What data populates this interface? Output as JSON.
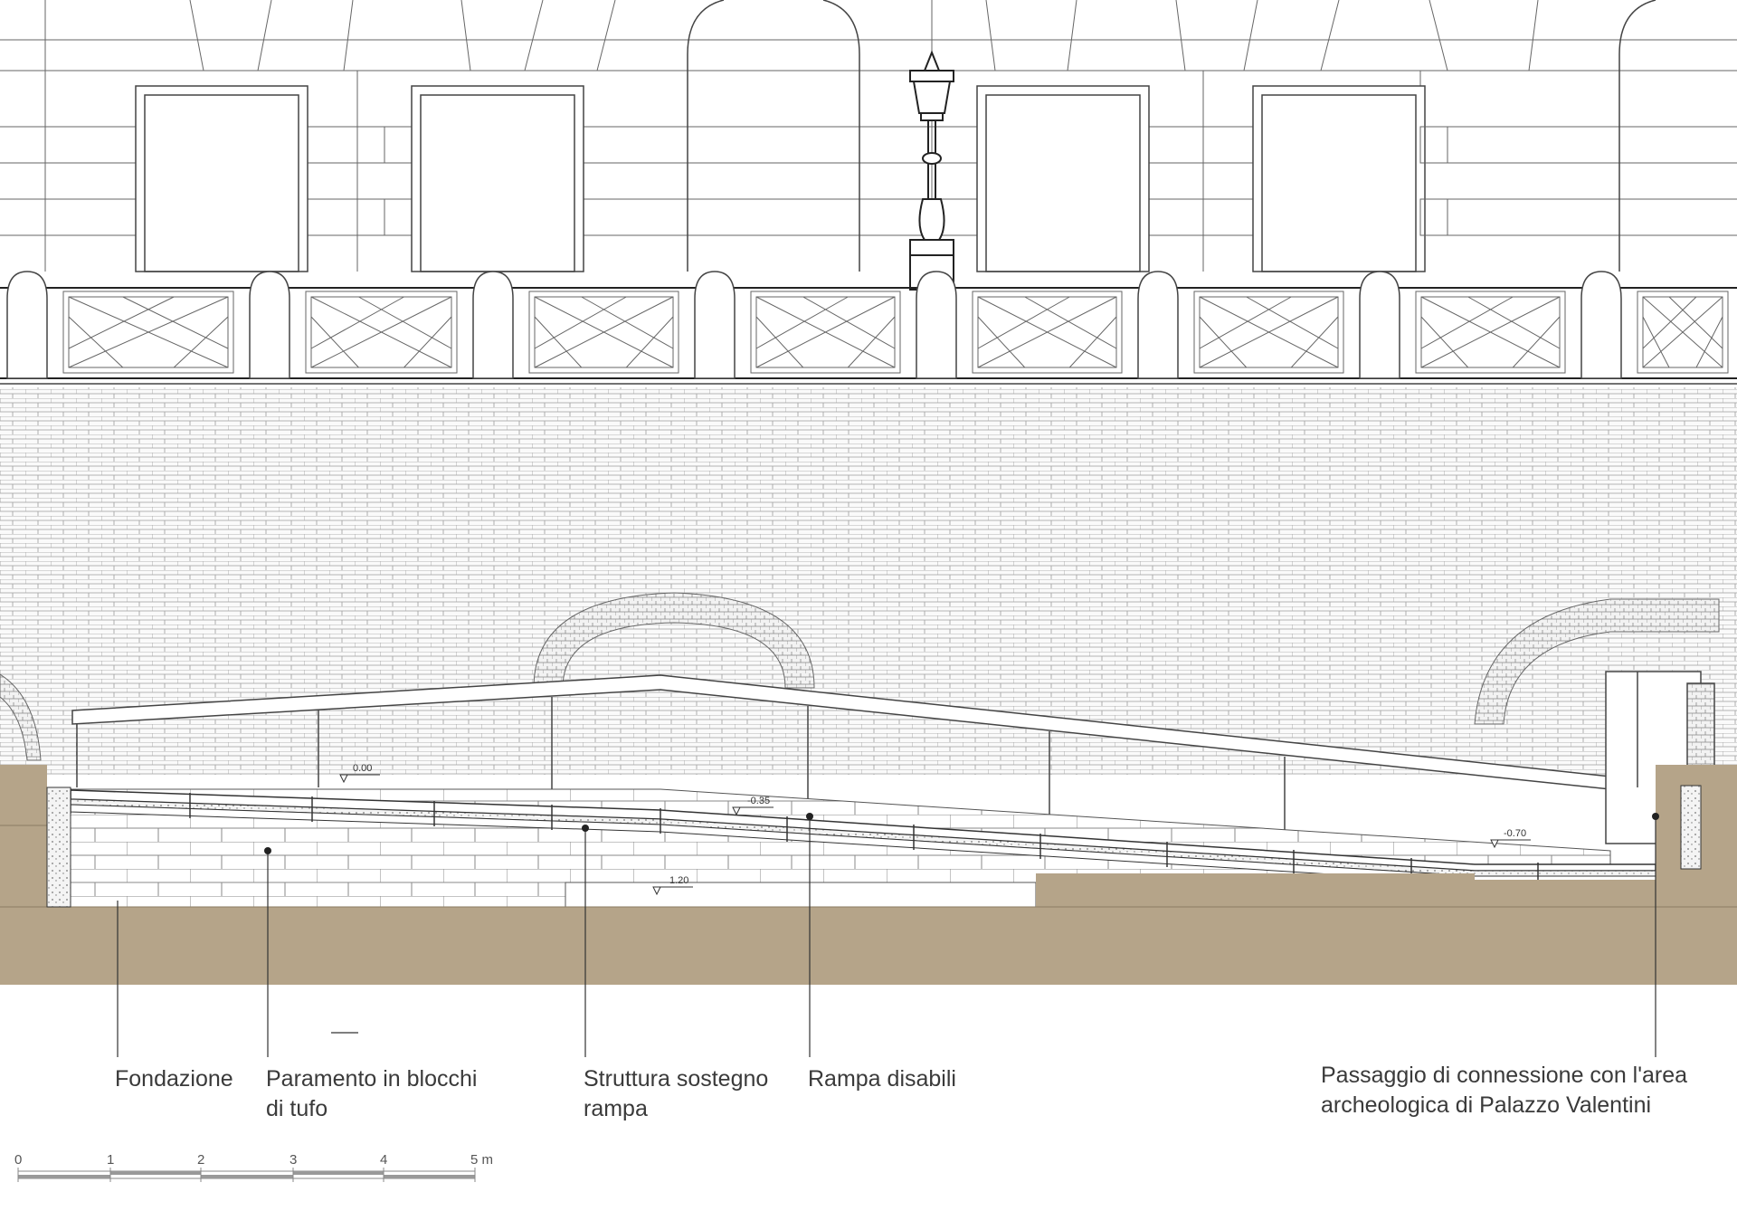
{
  "palette": {
    "earth": "#b5a489",
    "line": "#444444",
    "brick": "#9a9a9a",
    "label": "#3a3a3a"
  },
  "elevations": {
    "e1": "0.00",
    "e2": "-0.35",
    "e3": "-0.70",
    "e4": "1.20"
  },
  "callouts": [
    {
      "id": "fondazione",
      "lines": [
        "Fondazione"
      ]
    },
    {
      "id": "paramento",
      "lines": [
        "Paramento in blocchi",
        "di tufo"
      ]
    },
    {
      "id": "struttura",
      "lines": [
        "Struttura sostegno",
        "rampa"
      ]
    },
    {
      "id": "rampa",
      "lines": [
        "Rampa disabili"
      ]
    },
    {
      "id": "passaggio",
      "lines": [
        "Passaggio di connessione con l'area",
        "archeologica di Palazzo Valentini"
      ]
    }
  ],
  "scale_bar": {
    "ticks": [
      "0",
      "1",
      "2",
      "3",
      "4",
      "5 m"
    ]
  }
}
